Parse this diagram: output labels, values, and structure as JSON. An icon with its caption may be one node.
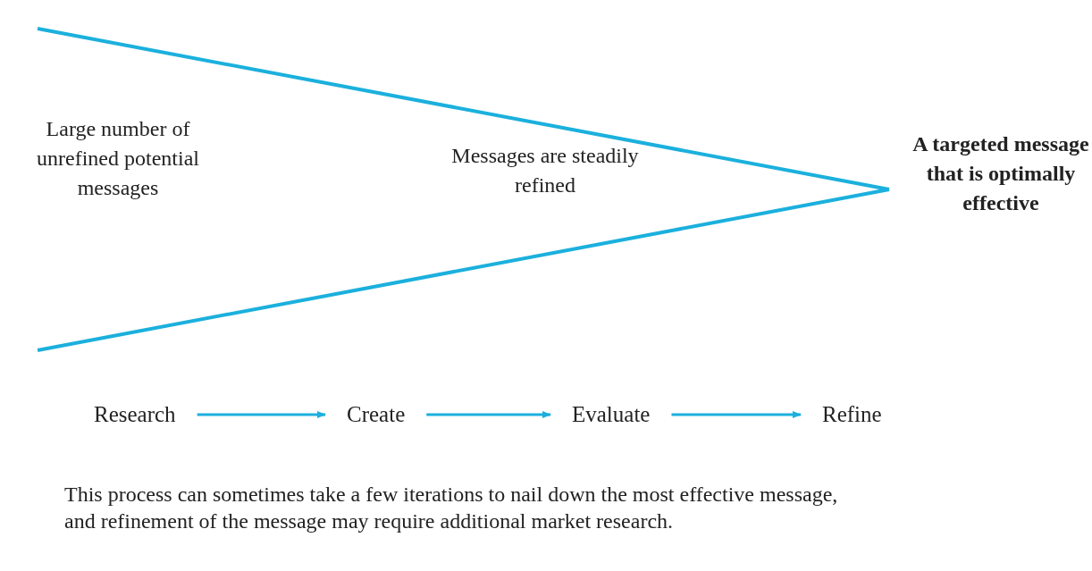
{
  "diagram": {
    "caption": "This process can sometimes take a few iterations to nail down the most effective message, and refinement of the message may require additional market research.",
    "nodes": [
      {
        "text": [
          "Research"
        ]
      },
      {
        "text": [
          "Create"
        ]
      },
      {
        "text": [
          "Evaluate"
        ]
      },
      {
        "text": [
          "Refine"
        ]
      }
    ],
    "edges": [
      {
        "from": 0,
        "to": 1,
        "arrow": "to"
      },
      {
        "from": 1,
        "to": 2,
        "arrow": "to"
      },
      {
        "from": 2,
        "to": 3,
        "arrow": "to"
      }
    ],
    "labels": [
      "Large number of unrefined potential messages",
      "Messages are steadily refined",
      "A targeted message that is optimally effective"
    ]
  }
}
